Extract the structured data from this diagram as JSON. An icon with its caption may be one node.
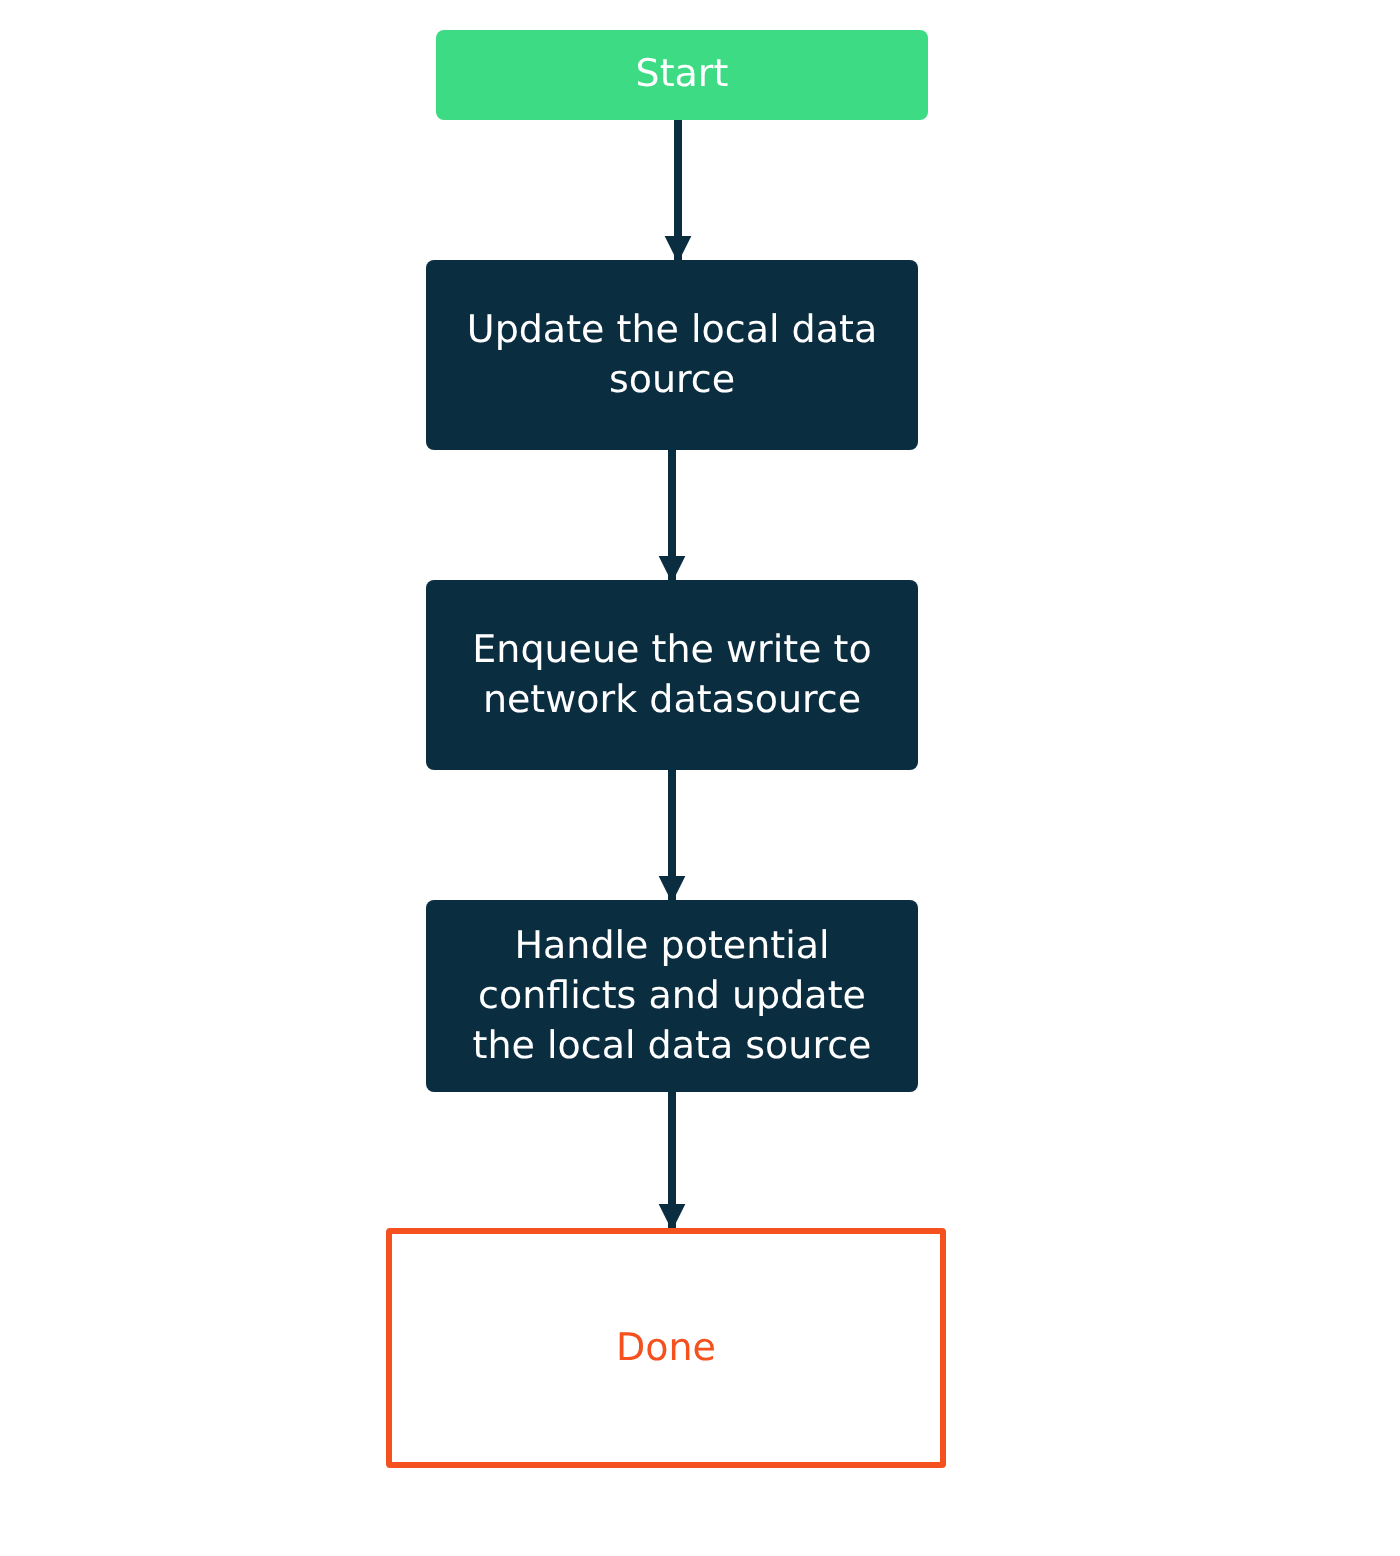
{
  "diagram": {
    "nodes": [
      {
        "text": [
          "Start"
        ]
      },
      {
        "text": [
          "Update the local data source"
        ]
      },
      {
        "text": [
          "Enqueue the write to network datasource"
        ]
      },
      {
        "text": [
          "Handle potential conflicts and update the local data source"
        ]
      },
      {
        "text": [
          "Done"
        ]
      }
    ],
    "edges": [
      {
        "from": 0,
        "to": 1,
        "arrow": "to"
      },
      {
        "from": 1,
        "to": 2,
        "arrow": "to"
      },
      {
        "from": 2,
        "to": 3,
        "arrow": "to"
      },
      {
        "from": 3,
        "to": 4,
        "arrow": "to"
      }
    ]
  }
}
